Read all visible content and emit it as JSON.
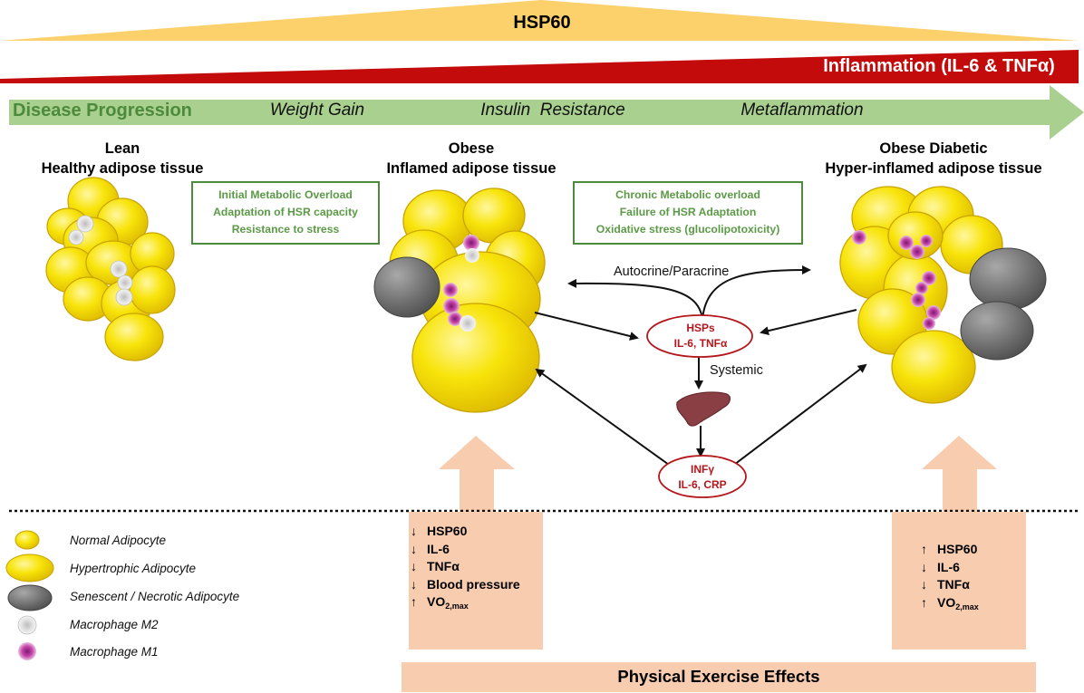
{
  "top_bands": {
    "hsp60": {
      "label": "HSP60",
      "color": "#fcd06a"
    },
    "inflammation": {
      "label": "Inflammation (IL-6 & TNFα)",
      "color": "#c30b0b"
    }
  },
  "progression_arrow": {
    "color": "#a9d08e",
    "label": "Disease Progression",
    "stages": [
      "Weight Gain",
      "Insulin  Resistance",
      "Metaflammation"
    ]
  },
  "tissue_stages": {
    "lean": {
      "line1": "Lean",
      "line2": "Healthy adipose tissue"
    },
    "obese": {
      "line1": "Obese",
      "line2": "Inflamed adipose tissue"
    },
    "obese_diabetic": {
      "line1": "Obese Diabetic",
      "line2": "Hyper-inflamed adipose tissue"
    }
  },
  "green_boxes": [
    {
      "lines": [
        "Initial Metabolic Overload",
        "Adaptation of HSR capacity",
        "Resistance to stress"
      ]
    },
    {
      "lines": [
        "Chronic Metabolic overload",
        "Failure of HSR Adaptation",
        "Oxidative stress (glucolipotoxicity)"
      ]
    }
  ],
  "nodes": {
    "hsps": {
      "line1": "HSPs",
      "line2": "IL-6, TNFα"
    },
    "infg": {
      "line1": "INFγ",
      "line2": "IL-6, CRP"
    },
    "organ_icon": "liver-icon"
  },
  "flow_labels": {
    "autocrine": "Autocrine/Paracrine",
    "systemic": "Systemic"
  },
  "exercise": {
    "title": "Physical Exercise Effects",
    "color": "#f8ccaf",
    "left_effects": [
      {
        "dir": "down",
        "arrow": "↓",
        "label": "HSP60"
      },
      {
        "dir": "down",
        "arrow": "↓",
        "label": "IL-6"
      },
      {
        "dir": "down",
        "arrow": "↓",
        "label": "TNFα"
      },
      {
        "dir": "down",
        "arrow": "↓",
        "label": "Blood pressure"
      },
      {
        "dir": "up",
        "arrow": "↑",
        "label": "VO",
        "sub": "2,max"
      }
    ],
    "right_effects": [
      {
        "dir": "up",
        "arrow": "↑",
        "label": "HSP60"
      },
      {
        "dir": "down",
        "arrow": "↓",
        "label": "IL-6"
      },
      {
        "dir": "down",
        "arrow": "↓",
        "label": "TNFα"
      },
      {
        "dir": "up",
        "arrow": "↑",
        "label": "VO",
        "sub": "2,max"
      }
    ]
  },
  "legend": [
    {
      "icon": "normal-adipocyte-icon",
      "label": "Normal Adipocyte"
    },
    {
      "icon": "hypertrophic-adipocyte-icon",
      "label": "Hypertrophic Adipocyte"
    },
    {
      "icon": "senescent-adipocyte-icon",
      "label": "Senescent / Necrotic Adipocyte"
    },
    {
      "icon": "macrophage-m2-icon",
      "label": "Macrophage M2"
    },
    {
      "icon": "macrophage-m1-icon",
      "label": "Macrophage M1"
    }
  ],
  "colors": {
    "adipocyte_fill": "#f7e000",
    "adipocyte_edge": "#caa400",
    "senescent": "#6f6f6f",
    "m1": "#b8369a",
    "m2": "#d8d8d8",
    "node_border": "#b4161b",
    "box_green": "#4c8a3c"
  }
}
